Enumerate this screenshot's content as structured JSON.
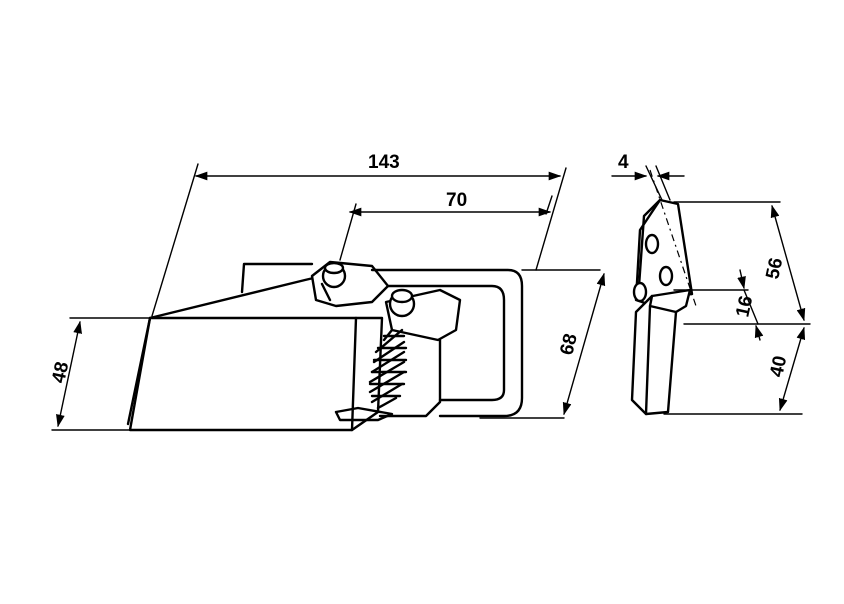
{
  "dimensions": {
    "overall_length": "143",
    "hook_length": "70",
    "hook_height": "68",
    "body_height": "48",
    "bracket_thickness": "4",
    "bracket_upper": "56",
    "bracket_offset": "16",
    "bracket_lower": "40"
  }
}
